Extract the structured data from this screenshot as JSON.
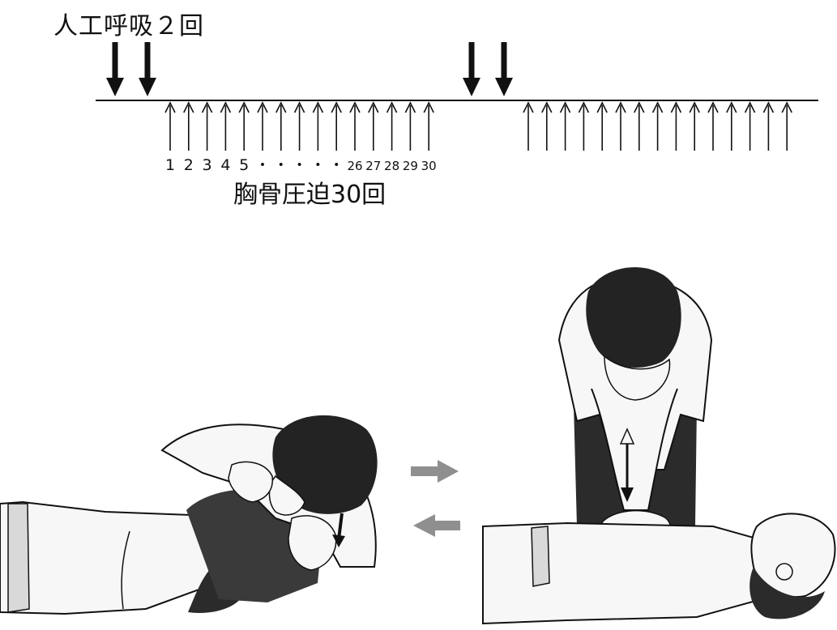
{
  "diagram": {
    "breaths_label": "人工呼吸２回",
    "compressions_label": "胸骨圧迫30回",
    "count_labels": [
      "1",
      "2",
      "3",
      "4",
      "5",
      "・",
      "・",
      "・",
      "・",
      "・",
      "26",
      "27",
      "28",
      "29",
      "30"
    ],
    "cycle_1": {
      "breath_arrows": 2,
      "compression_arrows": 15
    },
    "cycle_2": {
      "breath_arrows": 2,
      "compression_arrows": 15
    }
  },
  "illustrations": {
    "left": "rescue-breathing",
    "right": "chest-compression",
    "cycle_arrows": [
      "arrow-right",
      "arrow-left"
    ]
  },
  "colors": {
    "ink": "#111111",
    "shade": "#2b2b2b",
    "fill": "#f7f7f7",
    "cycle_arrow": "#8f8f8f"
  }
}
